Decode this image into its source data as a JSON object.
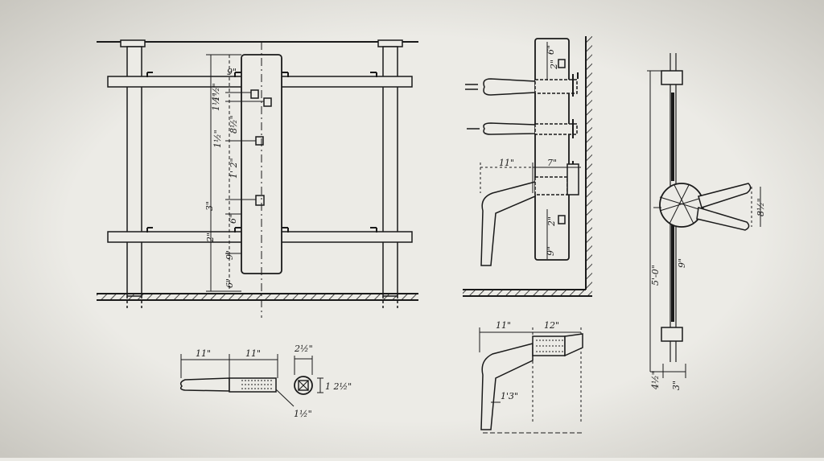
{
  "colors": {
    "paper": "#ecebe6",
    "ink": "#1a1a1a",
    "vignette": "#c9c7c0"
  },
  "front_view": {
    "dims": {
      "top": "9\"",
      "arm_gap_a": "1½\"",
      "arm_gap_b": "1½\"",
      "spacing_upper": "8½\"",
      "mid_gap": "1½\"",
      "spacing_mid": "1' 2\"",
      "left_total": "3\"",
      "lower": "6\"",
      "leg_gap": "2\"",
      "bottom_a": "9\"",
      "bottom_b": "6\""
    }
  },
  "arm_detail": {
    "len_a": "11\"",
    "len_b": "11\"",
    "width": "2½\"",
    "square": "1 2½\"",
    "taper": "1½\""
  },
  "side_view": {
    "top_a": "2\"",
    "top_b": "6\"",
    "arm_len": "11\"",
    "arm_mount": "7\"",
    "low_a": "2\"",
    "low_b": "9\""
  },
  "leg_detail": {
    "len_a": "11\"",
    "len_b": "12\"",
    "drop": "1'3\""
  },
  "top_view": {
    "height": "5'-0\"",
    "angle_offset": "9\"",
    "arm_spread": "8½\"",
    "base_a": "4½\"",
    "base_b": "3\""
  }
}
